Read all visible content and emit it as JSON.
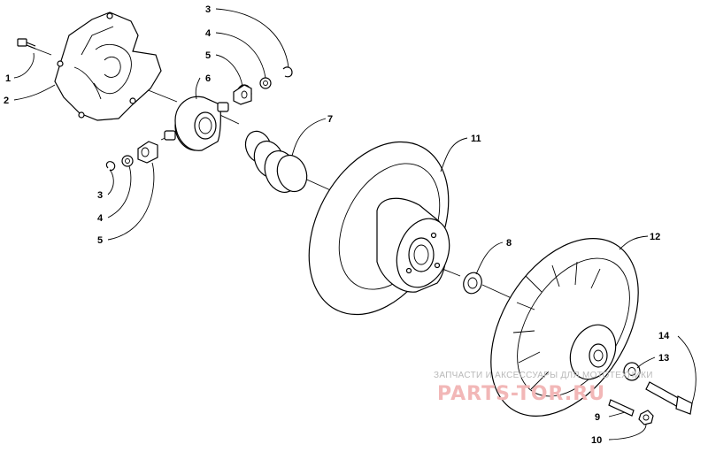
{
  "diagram": {
    "callouts": [
      {
        "id": "c1",
        "label": "1"
      },
      {
        "id": "c2",
        "label": "2"
      },
      {
        "id": "c3a",
        "label": "3"
      },
      {
        "id": "c4a",
        "label": "4"
      },
      {
        "id": "c5a",
        "label": "5"
      },
      {
        "id": "c6",
        "label": "6"
      },
      {
        "id": "c3b",
        "label": "3"
      },
      {
        "id": "c4b",
        "label": "4"
      },
      {
        "id": "c5b",
        "label": "5"
      },
      {
        "id": "c7",
        "label": "7"
      },
      {
        "id": "c11",
        "label": "11"
      },
      {
        "id": "c8",
        "label": "8"
      },
      {
        "id": "c12",
        "label": "12"
      },
      {
        "id": "c14",
        "label": "14"
      },
      {
        "id": "c13",
        "label": "13"
      },
      {
        "id": "c9",
        "label": "9"
      },
      {
        "id": "c10",
        "label": "10"
      }
    ]
  },
  "watermark": {
    "text": "ЗАПЧАСТИ И АКСЕССУАРЫ ДЛЯ МОТОТЕХНИКИ",
    "logo": "PARTS-TOR.RU"
  }
}
